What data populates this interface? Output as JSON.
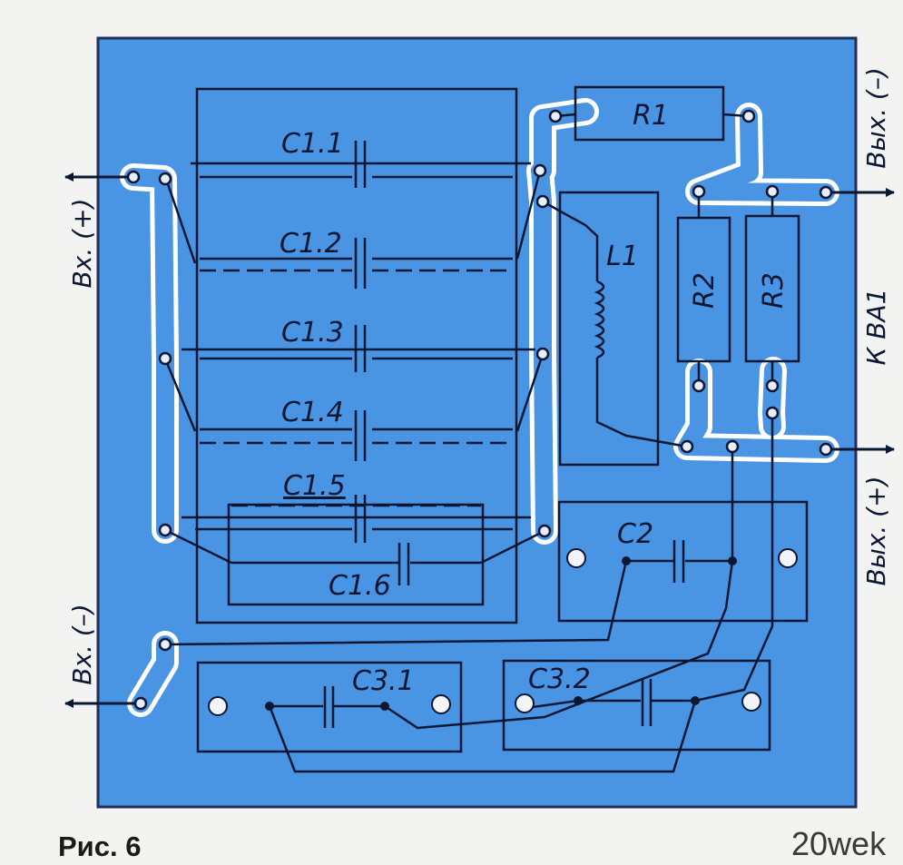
{
  "figure": {
    "caption": "Рис. 6",
    "watermark": "20wek"
  },
  "labels": {
    "c1_1": "C1.1",
    "c1_2": "C1.2",
    "c1_3": "C1.3",
    "c1_4": "C1.4",
    "c1_5": "C1.5",
    "c1_6": "C1.6",
    "c2": "C2",
    "c3_1": "C3.1",
    "c3_2": "C3.2",
    "r1": "R1",
    "r2": "R2",
    "r3": "R3",
    "l1": "L1",
    "in_plus": "Вх. (+)",
    "in_minus": "Вх. (–)",
    "out_minus": "Вых. (–)",
    "out_plus": "Вых. (+)",
    "to_ba1": "К ВА1"
  },
  "colors": {
    "board": "#4a94e4",
    "trace": "#ffffff",
    "lines": "#0b1733",
    "border": "#1e2f5a"
  }
}
